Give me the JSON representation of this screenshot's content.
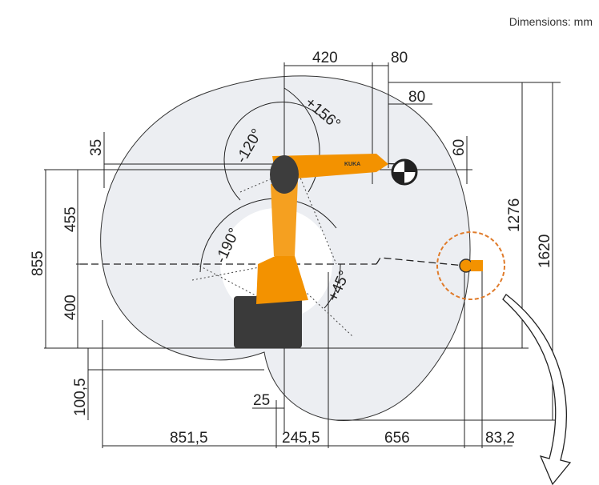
{
  "header": {
    "units_note": "Dimensions: mm"
  },
  "logo_text": "KUKA",
  "dimensions": {
    "top_reach": "420",
    "top_flange": "80",
    "flange_offset": "80",
    "arm_offset": "35",
    "wrist_height": "60",
    "link_height": "455",
    "shoulder_height_total": "855",
    "base_height": "400",
    "base_bottom": "100,5",
    "height_1276": "1276",
    "height_1620": "1620",
    "base_offset": "25",
    "rear_reach": "851,5",
    "base_width": "245,5",
    "front_reach": "656",
    "tool_offset": "83,2"
  },
  "angles": {
    "a3_pos": "+156°",
    "a3_neg": "-120°",
    "a2_neg": "-190°",
    "a2_pos": "+45°"
  },
  "colors": {
    "robot": "#f39200",
    "envelope": "#e9ebef",
    "tool_circle": "#e07b2a"
  }
}
